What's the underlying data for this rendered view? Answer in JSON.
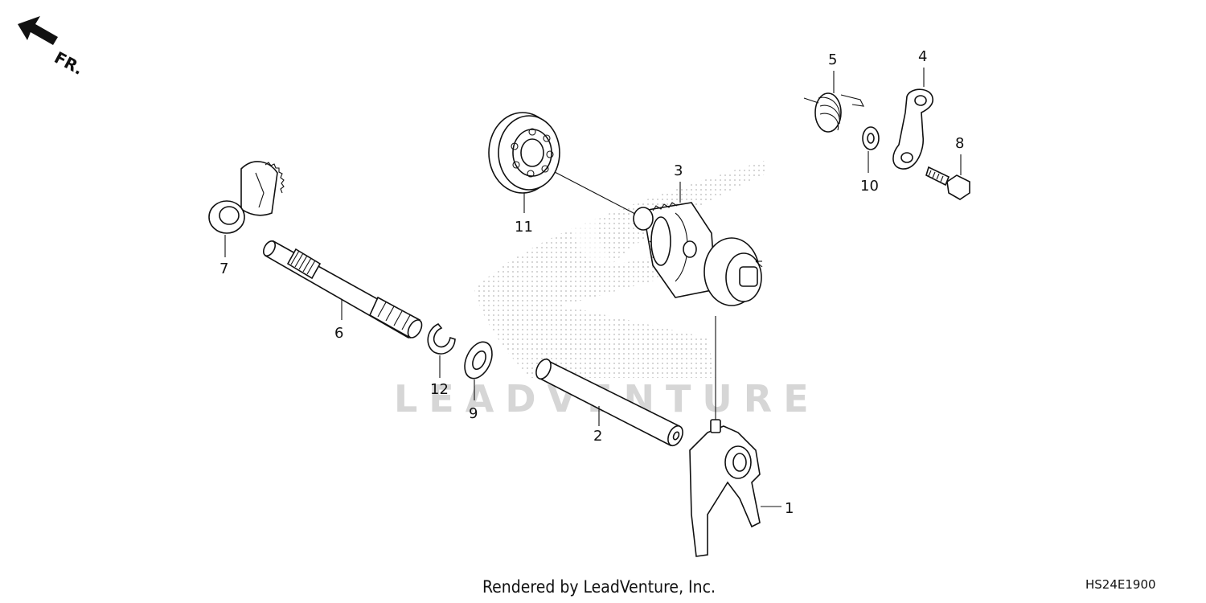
{
  "diagram": {
    "direction_label": "FR.",
    "watermark": "LEADVENTURE",
    "footer": "Rendered by LeadVenture, Inc.",
    "diagram_code": "HS24E1900",
    "callouts": {
      "c1": "1",
      "c2": "2",
      "c3": "3",
      "c4": "4",
      "c5": "5",
      "c6": "6",
      "c7": "7",
      "c8": "8",
      "c9": "9",
      "c10": "10",
      "c11": "11",
      "c12": "12"
    }
  }
}
